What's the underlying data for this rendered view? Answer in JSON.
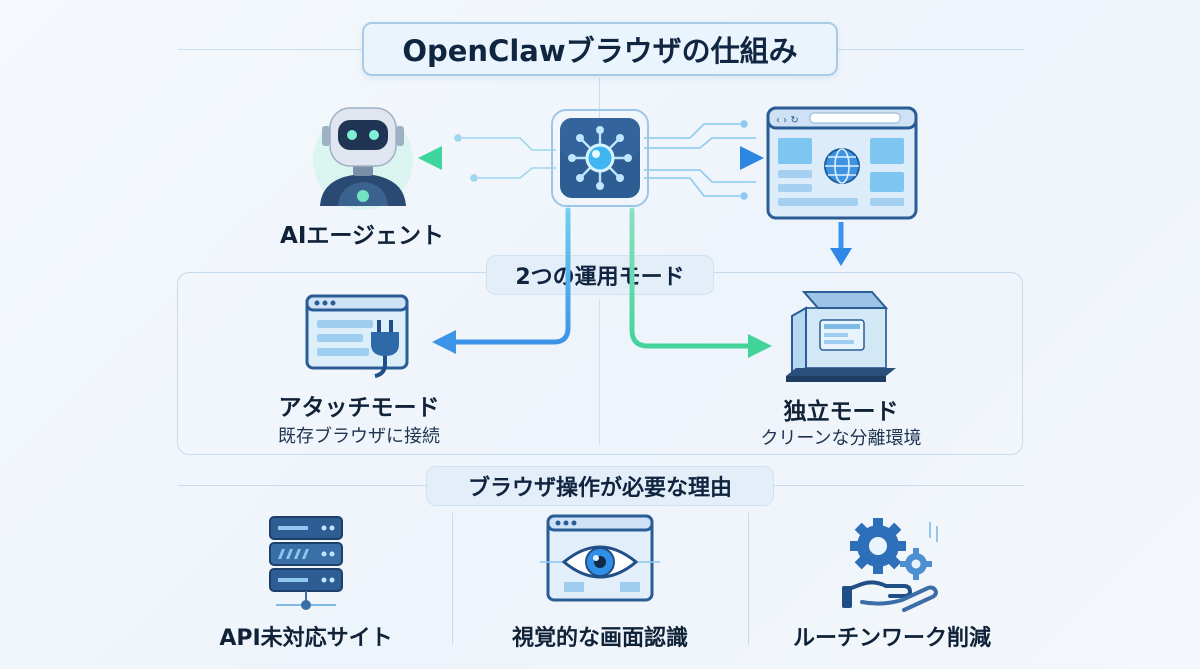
{
  "title": "OpenClawブラウザの仕組み",
  "agent": {
    "label": "AIエージェント"
  },
  "modes": {
    "heading": "2つの運用モード",
    "attach": {
      "label": "アタッチモード",
      "sub": "既存ブラウザに接続"
    },
    "isolated": {
      "label": "独立モード",
      "sub": "クリーンな分離環境"
    }
  },
  "reasons": {
    "heading": "ブラウザ操作が必要な理由",
    "items": [
      {
        "label": "API未対応サイト",
        "icon": "server-icon"
      },
      {
        "label": "視覚的な画面認識",
        "icon": "eye-icon"
      },
      {
        "label": "ルーチンワーク削減",
        "icon": "gear-hand-icon"
      }
    ]
  },
  "colors": {
    "blue": "#2f8fe6",
    "green": "#38d39a",
    "navy": "#1f4f86",
    "light_blue": "#7cc2f2"
  }
}
